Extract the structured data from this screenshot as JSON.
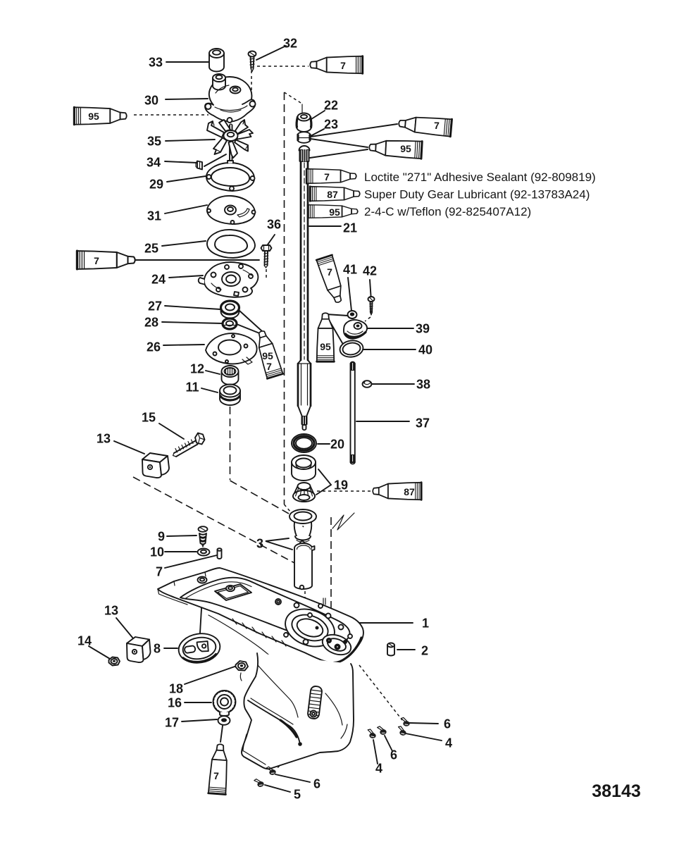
{
  "diagram": {
    "drawing_number": "38143",
    "notes": [
      {
        "tube_label": "7",
        "text": "Loctite \"271\" Adhesive Sealant (92-809819)"
      },
      {
        "tube_label": "87",
        "text": "Super Duty Gear Lubricant (92-13783A24)"
      },
      {
        "tube_label": "95",
        "text": "2-4-C w/Teflon (92-825407A12)"
      }
    ],
    "tubes": [
      {
        "label": "7"
      },
      {
        "label": "95"
      },
      {
        "label": "7"
      },
      {
        "label": "95"
      },
      {
        "label": "7"
      },
      {
        "label": "95",
        "label2": "7"
      },
      {
        "label": "7"
      },
      {
        "label": "95"
      },
      {
        "label": "87"
      },
      {
        "label": "7"
      }
    ],
    "callouts": [
      {
        "label": "32"
      },
      {
        "label": "33"
      },
      {
        "label": "30"
      },
      {
        "label": "22"
      },
      {
        "label": "23"
      },
      {
        "label": "35"
      },
      {
        "label": "34"
      },
      {
        "label": "29"
      },
      {
        "label": "31"
      },
      {
        "label": "36"
      },
      {
        "label": "21"
      },
      {
        "label": "25"
      },
      {
        "label": "41"
      },
      {
        "label": "42"
      },
      {
        "label": "24"
      },
      {
        "label": "27"
      },
      {
        "label": "28"
      },
      {
        "label": "39"
      },
      {
        "label": "26"
      },
      {
        "label": "40"
      },
      {
        "label": "12"
      },
      {
        "label": "38"
      },
      {
        "label": "11"
      },
      {
        "label": "15"
      },
      {
        "label": "37"
      },
      {
        "label": "13"
      },
      {
        "label": "20"
      },
      {
        "label": "19"
      },
      {
        "label": "9"
      },
      {
        "label": "10"
      },
      {
        "label": "7"
      },
      {
        "label": "3"
      },
      {
        "label": "13"
      },
      {
        "label": "14"
      },
      {
        "label": "8"
      },
      {
        "label": "1"
      },
      {
        "label": "2"
      },
      {
        "label": "18"
      },
      {
        "label": "16"
      },
      {
        "label": "17"
      },
      {
        "label": "6"
      },
      {
        "label": "4"
      },
      {
        "label": "6"
      },
      {
        "label": "4"
      },
      {
        "label": "6"
      },
      {
        "label": "5"
      }
    ]
  }
}
